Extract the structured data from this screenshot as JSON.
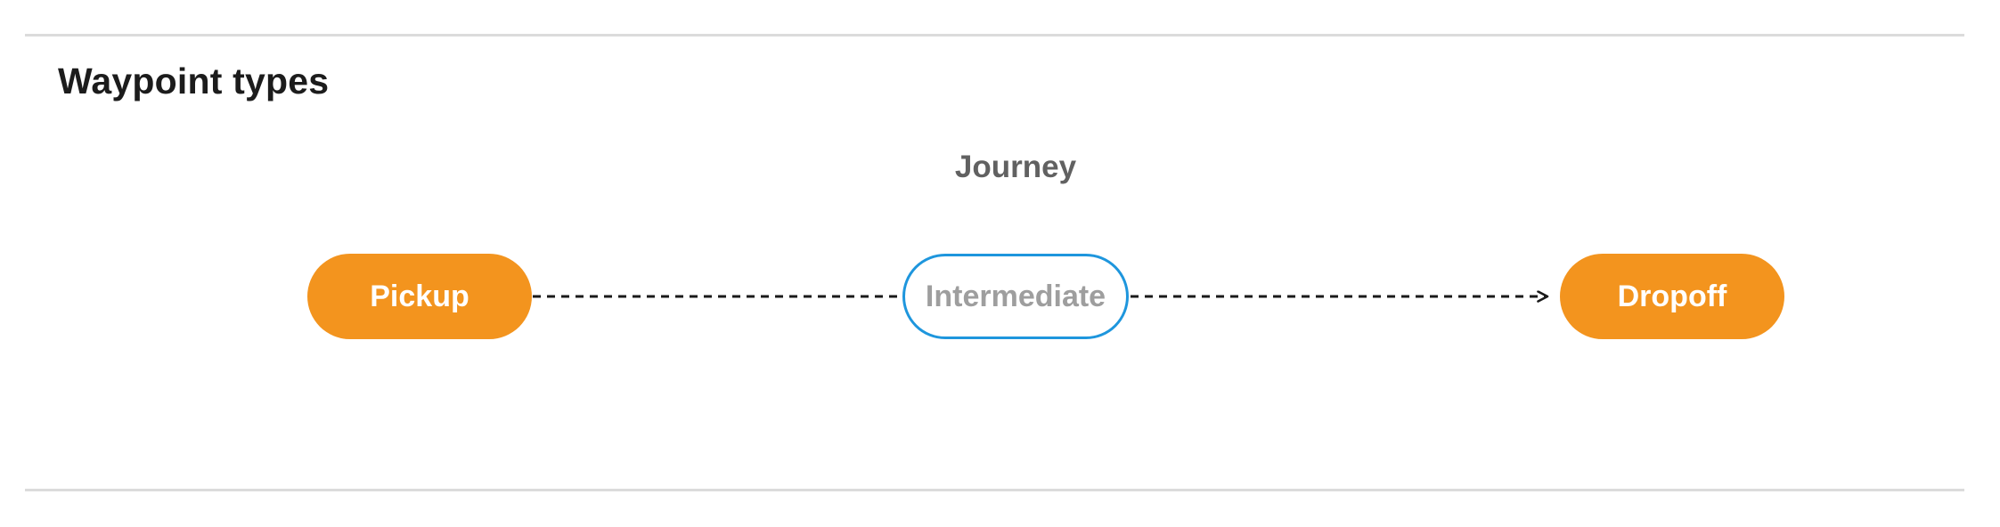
{
  "page": {
    "title": "Waypoint types"
  },
  "diagram": {
    "title": "Journey",
    "nodes": [
      {
        "id": "pickup",
        "label": "Pickup",
        "type": "endpoint"
      },
      {
        "id": "intermediate",
        "label": "Intermediate",
        "type": "intermediate"
      },
      {
        "id": "dropoff",
        "label": "Dropoff",
        "type": "endpoint"
      }
    ],
    "edges": [
      {
        "from": "pickup",
        "to": "intermediate",
        "style": "dashed",
        "arrowhead": false
      },
      {
        "from": "intermediate",
        "to": "dropoff",
        "style": "dashed",
        "arrowhead": true
      }
    ]
  },
  "colors": {
    "endpoint-fill": "#F3941E",
    "endpoint-text": "#FFFFFF",
    "intermediate-border": "#1E96DD",
    "intermediate-fill": "#FFFFFF",
    "intermediate-text": "#9E9E9E",
    "edge": "#1A1A1A",
    "rule": "#DBDBDB",
    "heading-text": "#1C1C1C",
    "diagram-title-text": "#616161",
    "page-bg": "#FFFFFF"
  }
}
